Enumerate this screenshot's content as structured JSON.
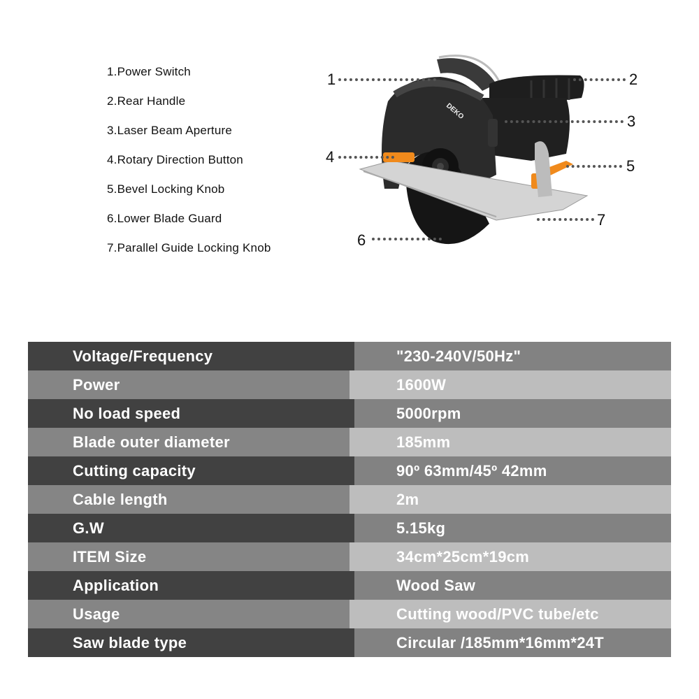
{
  "parts": [
    {
      "num": "1",
      "label": "1.Power Switch"
    },
    {
      "num": "2",
      "label": "2.Rear Handle"
    },
    {
      "num": "3",
      "label": "3.Laser Beam Aperture"
    },
    {
      "num": "4",
      "label": "4.Rotary Direction Button"
    },
    {
      "num": "5",
      "label": "5.Bevel Locking Knob"
    },
    {
      "num": "6",
      "label": "6.Lower Blade Guard"
    },
    {
      "num": "7",
      "label": "7.Parallel Guide Locking Knob"
    }
  ],
  "diagram": {
    "brand": "DEKO",
    "callouts": [
      "1",
      "2",
      "3",
      "4",
      "5",
      "6",
      "7"
    ],
    "colors": {
      "body": "#1c1c1c",
      "accent": "#f08a1c",
      "base": "#c8c8c8"
    }
  },
  "specs": [
    {
      "label": "Voltage/Frequency",
      "value": "\"230-240V/50Hz\""
    },
    {
      "label": "Power",
      "value": "1600W"
    },
    {
      "label": "No load speed",
      "value": "5000rpm"
    },
    {
      "label": "Blade outer diameter",
      "value": "185mm"
    },
    {
      "label": "Cutting capacity",
      "value": "90º 63mm/45º 42mm"
    },
    {
      "label": "Cable length",
      "value": "2m"
    },
    {
      "label": "G.W",
      "value": "5.15kg"
    },
    {
      "label": "ITEM Size",
      "value": "34cm*25cm*19cm"
    },
    {
      "label": "Application",
      "value": "Wood Saw"
    },
    {
      "label": "Usage",
      "value": "Cutting wood/PVC tube/etc"
    },
    {
      "label": "Saw blade type",
      "value": "Circular /185mm*16mm*24T"
    }
  ]
}
